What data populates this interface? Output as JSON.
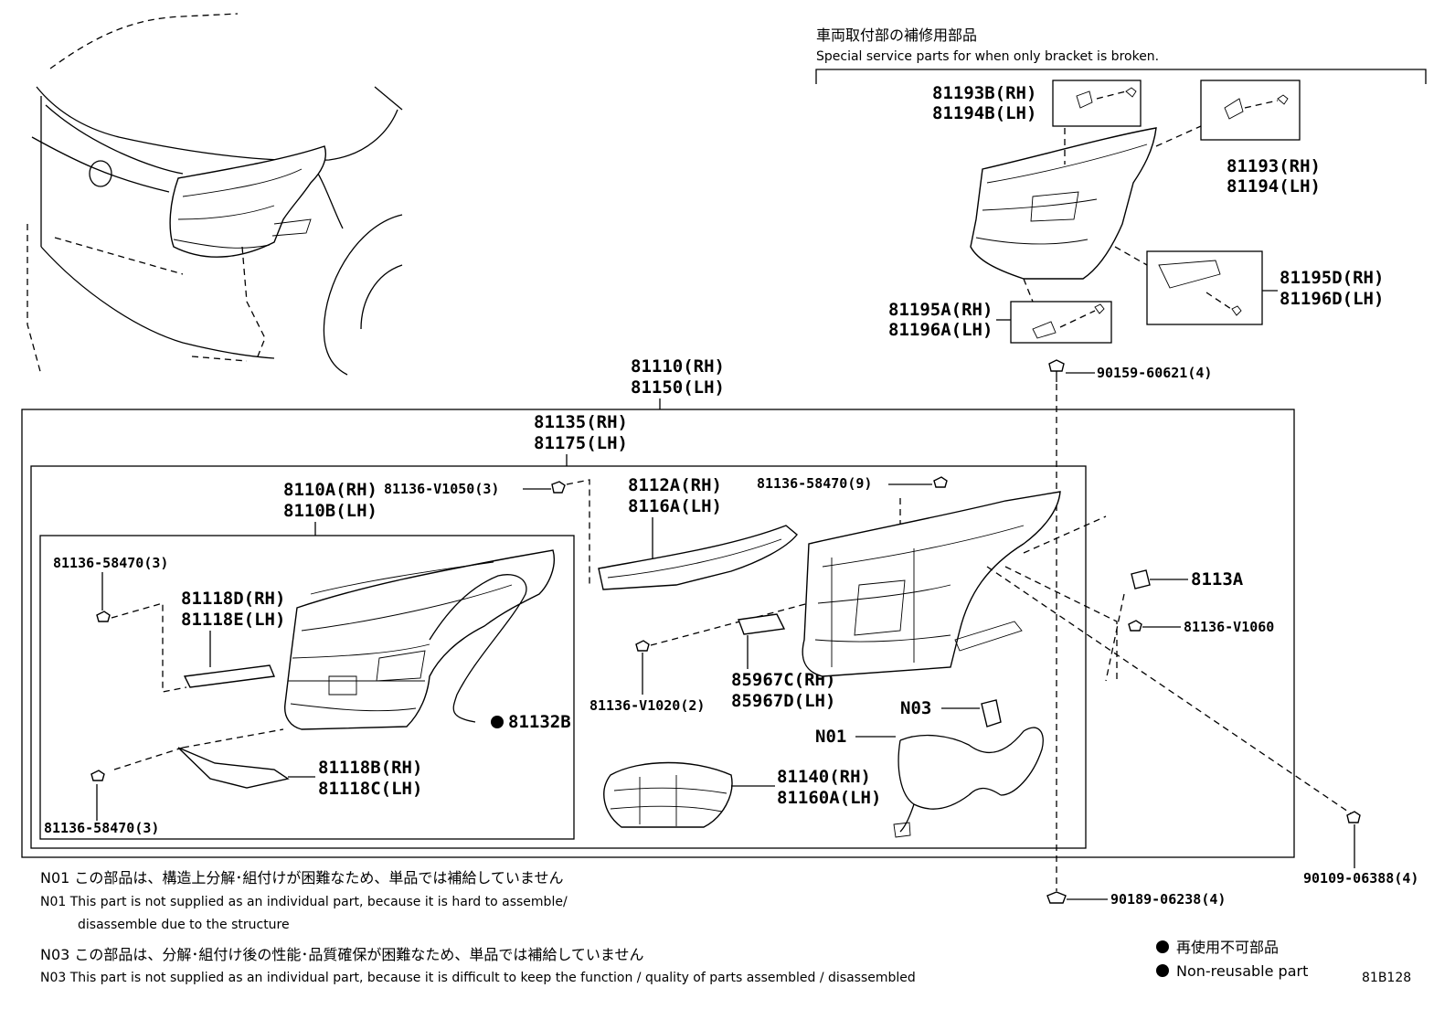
{
  "notes_header": {
    "jp": "車両取付部の補修用部品",
    "en": "Special service parts for when only bracket is broken."
  },
  "labels": {
    "p81193B": "81193B(RH)",
    "p81194B": "81194B(LH)",
    "p81193": "81193(RH)",
    "p81194": "81194(LH)",
    "p81195D": "81195D(RH)",
    "p81196D": "81196D(LH)",
    "p81195A": "81195A(RH)",
    "p81196A": "81196A(LH)",
    "p90159": "90159-60621(4)",
    "p81110": "81110(RH)",
    "p81150": "81150(LH)",
    "p81135": "81135(RH)",
    "p81175": "81175(LH)",
    "p8110A": "8110A(RH)",
    "p8110B": "8110B(LH)",
    "p81136_V1050": "81136-V1050(3)",
    "p8112A": "8112A(RH)",
    "p8116A": "8116A(LH)",
    "p81136_58470_9": "81136-58470(9)",
    "p81136_58470_3a": "81136-58470(3)",
    "p81118D": "81118D(RH)",
    "p81118E": "81118E(LH)",
    "p81132B": "81132B",
    "p81118B": "81118B(RH)",
    "p81118C": "81118C(LH)",
    "p81136_58470_3b": "81136-58470(3)",
    "p8113A": "8113A",
    "p81136_V1060": "81136-V1060",
    "p81136_V1020": "81136-V1020(2)",
    "p85967C": "85967C(RH)",
    "p85967D": "85967D(LH)",
    "n03": "N03",
    "n01": "N01",
    "p81140": "81140(RH)",
    "p81160A": "81160A(LH)",
    "p90109": "90109-06388(4)",
    "p90189": "90189-06238(4)"
  },
  "footnotes": {
    "n01_jp": "N01 この部品は、構造上分解･組付けが困難なため、単品では補給していません",
    "n01_en_1": "N01 This part is not supplied as an individual part, because it is hard to assemble/",
    "n01_en_2": "disassemble due to the structure",
    "n03_jp": "N03 この部品は、分解･組付け後の性能･品質確保が困難なため、単品では補給していません",
    "n03_en": "N03 This part is not supplied as an individual part, because it is difficult to keep the function / quality of parts assembled / disassembled"
  },
  "legend": {
    "jp": "再使用不可部品",
    "en": "Non-reusable part"
  },
  "figure_code": "81B128"
}
